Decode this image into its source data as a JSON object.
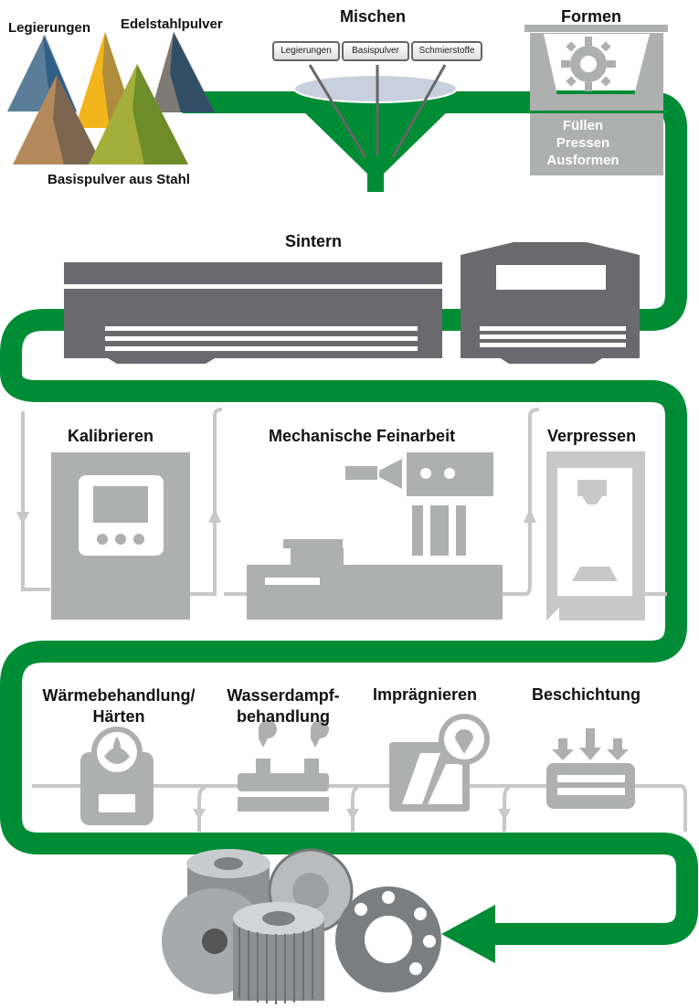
{
  "title": "Pulvermetallurgie Prozess",
  "colors": {
    "flow_green": "#008C35",
    "machine_dark": "#6A6A6E",
    "machine_light": "#AEAFAF",
    "secondary_flow": "#C8C8C8"
  },
  "raw_materials": {
    "legierungen": "Legierungen",
    "edelstahlpulver": "Edelstahlpulver",
    "basispulver": "Basispulver aus Stahl"
  },
  "mixing": {
    "title": "Mischen",
    "inputs": [
      "Legierungen",
      "Basispulver",
      "Schmierstoffe"
    ]
  },
  "forming": {
    "title": "Formen",
    "steps": [
      "Füllen",
      "Pressen",
      "Ausformen"
    ]
  },
  "sintering": {
    "title": "Sintern"
  },
  "secondary_ops_row1": [
    {
      "label": "Kalibrieren"
    },
    {
      "label": "Mechanische Feinarbeit"
    },
    {
      "label": "Verpressen"
    }
  ],
  "secondary_ops_row2": [
    {
      "label_line1": "Wärmebehandlung/",
      "label_line2": "Härten"
    },
    {
      "label_line1": "Wasserdampf-",
      "label_line2": "behandlung"
    },
    {
      "label_line1": "Imprägnieren",
      "label_line2": ""
    },
    {
      "label_line1": "Beschichtung",
      "label_line2": ""
    }
  ],
  "output": {
    "icon": "finished-parts-gears-icon"
  }
}
